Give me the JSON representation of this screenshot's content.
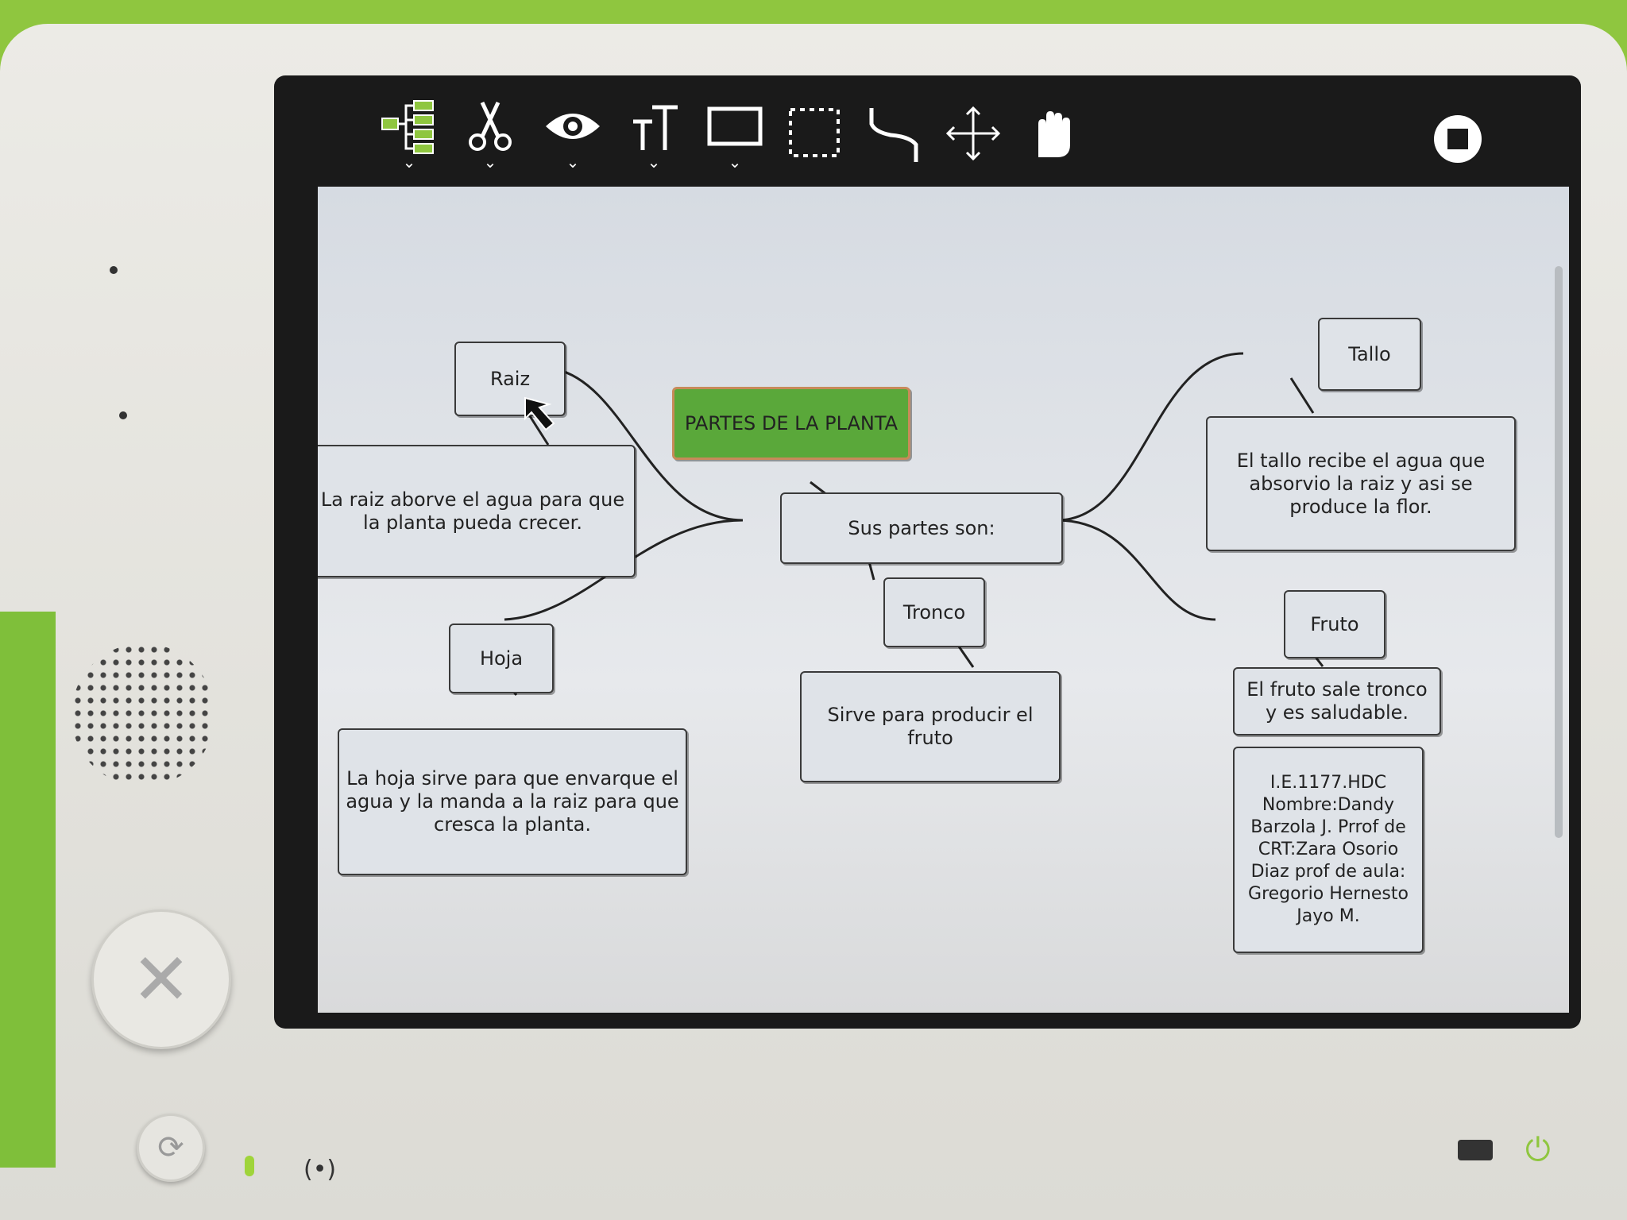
{
  "toolbar": {
    "tools": [
      {
        "icon": "mindmap-tree-icon",
        "has_menu": true
      },
      {
        "icon": "scissors-icon",
        "has_menu": true
      },
      {
        "icon": "eye-icon",
        "has_menu": true
      },
      {
        "icon": "text-size-icon",
        "has_menu": true
      },
      {
        "icon": "rectangle-icon",
        "has_menu": true
      },
      {
        "icon": "selection-icon",
        "has_menu": false
      },
      {
        "icon": "link-icon",
        "has_menu": false
      },
      {
        "icon": "move-icon",
        "has_menu": false
      },
      {
        "icon": "hand-icon",
        "has_menu": false
      }
    ],
    "stop_icon": "stop-icon",
    "caret": "⌄"
  },
  "mindmap": {
    "central": "PARTES DE LA PLANTA",
    "hub": "Sus partes son:",
    "raiz": "Raiz",
    "raiz_desc": "La raiz aborve el agua para que la planta pueda crecer.",
    "hoja": "Hoja",
    "hoja_desc": "La hoja sirve para que envarque el agua y la manda a la raiz para que cresca la planta.",
    "tronco": "Tronco",
    "tronco_desc": "Sirve para producir el fruto",
    "tallo": "Tallo",
    "tallo_desc": "El tallo recibe el agua que absorvio la raiz y asi se produce la flor.",
    "fruto": "Fruto",
    "fruto_desc": "El fruto sale tronco y es saludable.",
    "credits": "I.E.1177.HDC Nombre:Dandy Barzola J. Prrof de CRT:Zara Osorio Diaz prof de aula: Gregorio Hernesto Jayo M."
  },
  "colors": {
    "central_fill": "#5aa83a",
    "central_border": "#c88a5a",
    "body_green": "#8fc63f"
  }
}
